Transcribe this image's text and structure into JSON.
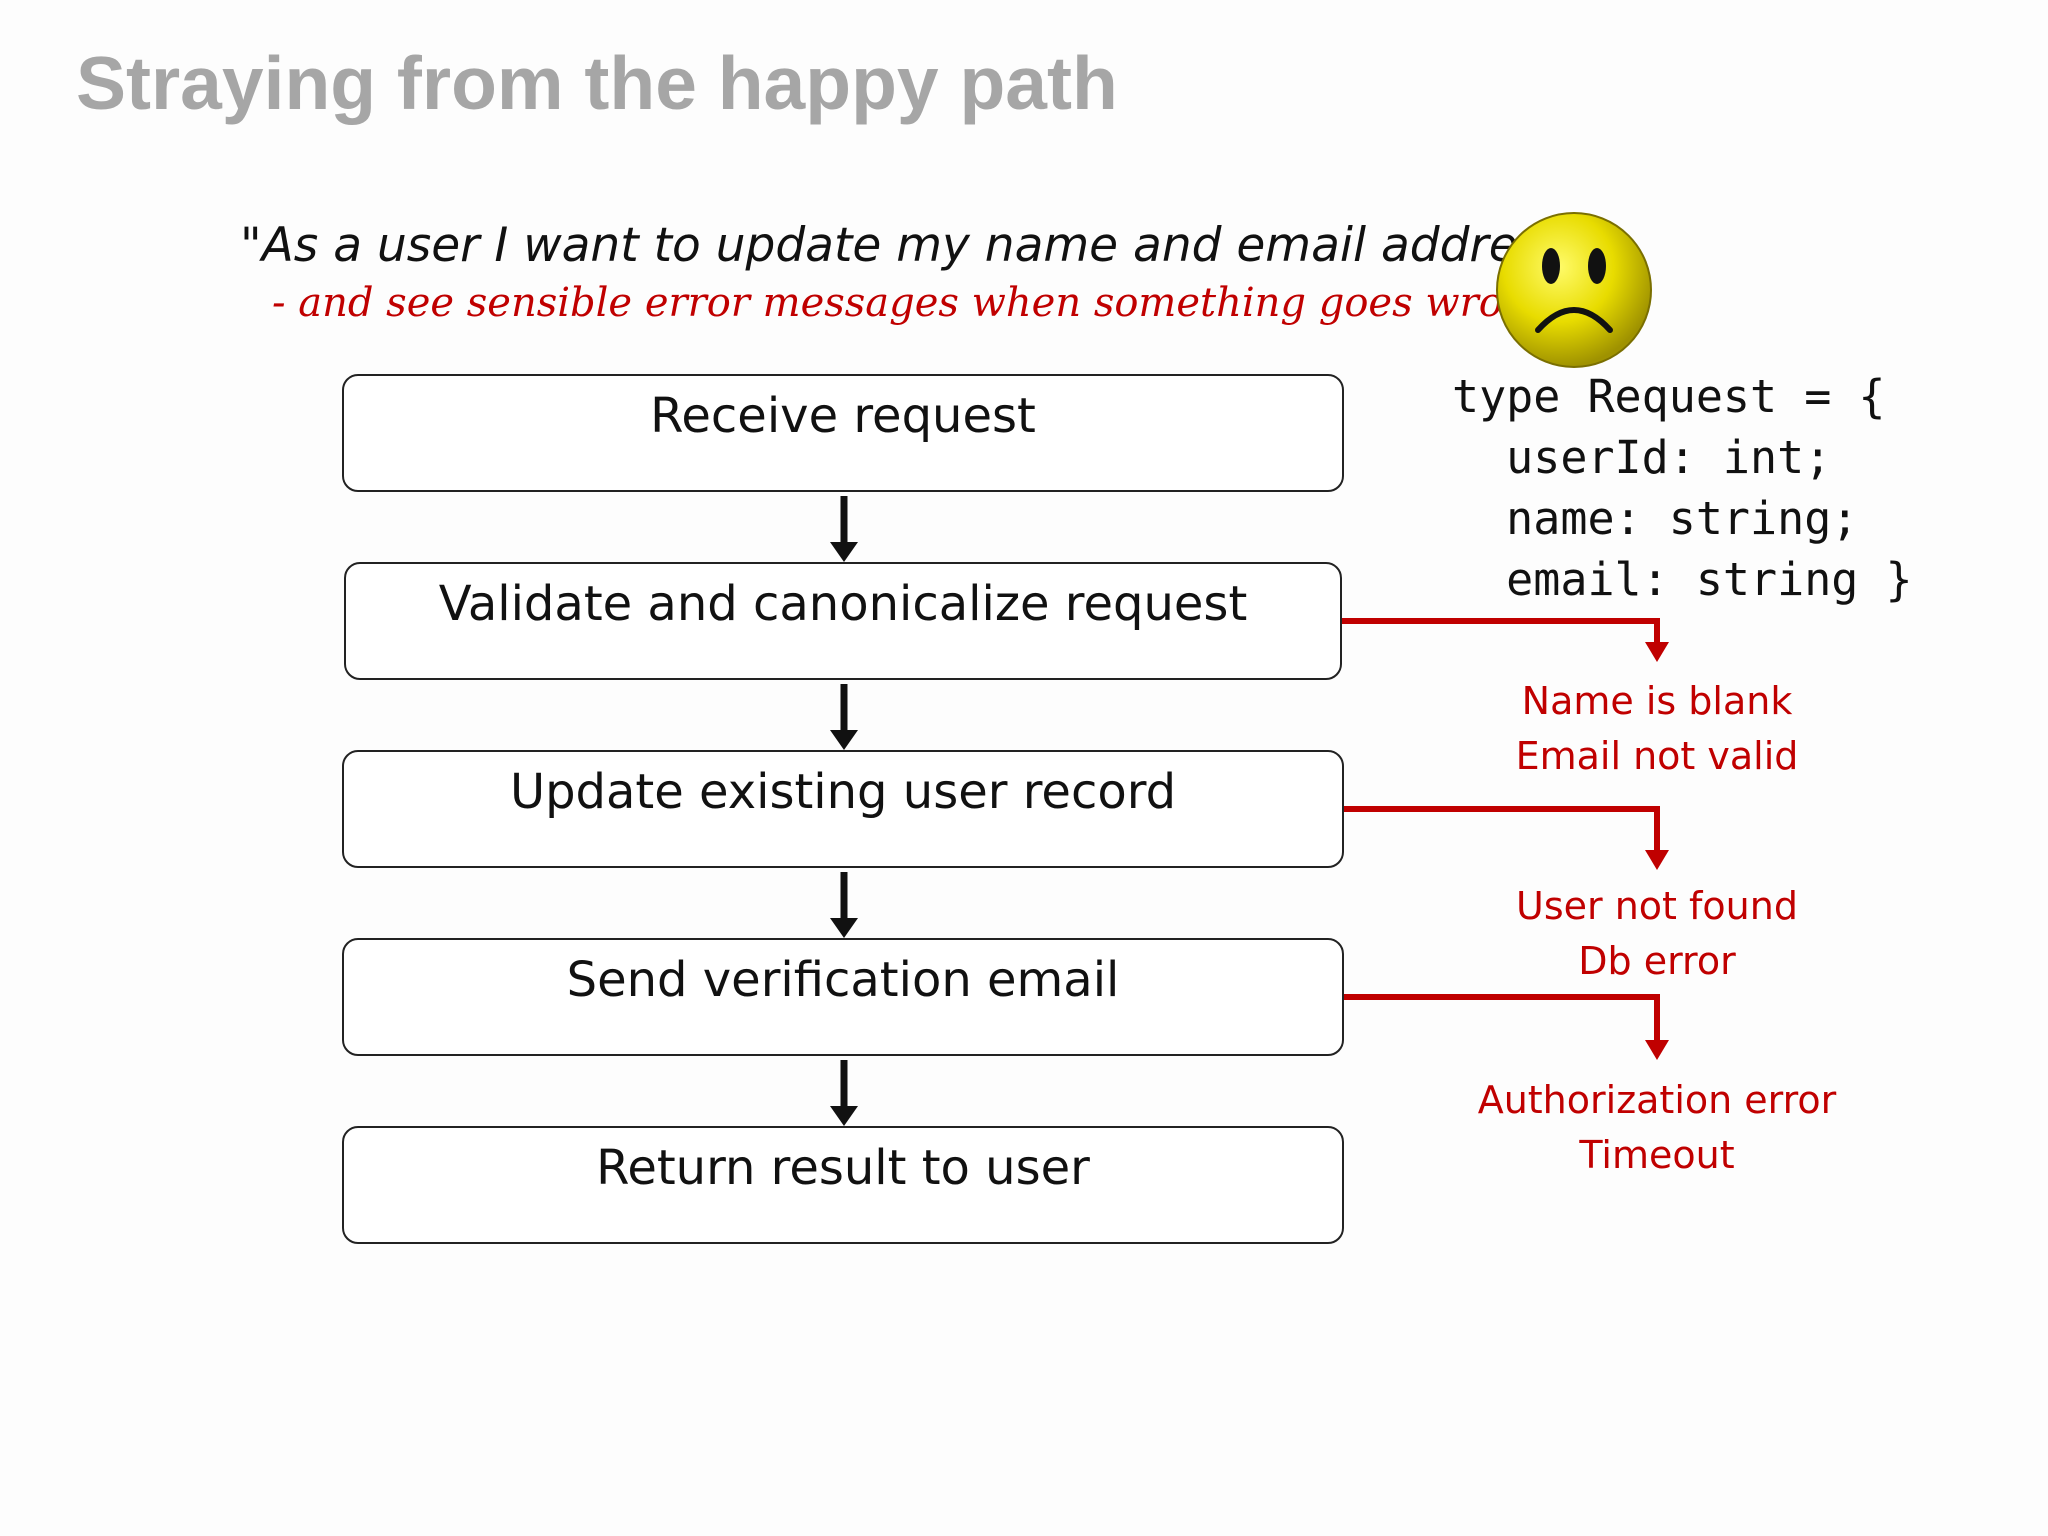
{
  "slide": {
    "title": "Straying from the happy path",
    "story": "\"As a user I want to update my name and email address\"",
    "story_addendum": "- and see sensible error messages when something goes wrong!"
  },
  "icon": "sad-face-icon",
  "flow_steps": [
    {
      "label": "Receive request"
    },
    {
      "label": "Validate and canonicalize request"
    },
    {
      "label": "Update existing user record"
    },
    {
      "label": "Send verification email"
    },
    {
      "label": "Return result to user"
    }
  ],
  "code": {
    "lines": [
      "type Request = {",
      "  userId: int;",
      "  name: string;",
      "  email: string }"
    ]
  },
  "errors": [
    {
      "lines": [
        "Name is blank",
        "Email not valid"
      ]
    },
    {
      "lines": [
        "User not found",
        "Db error"
      ]
    },
    {
      "lines": [
        "Authorization error",
        "Timeout"
      ]
    }
  ],
  "colors": {
    "title": "#a6a6a6",
    "error": "#c00000",
    "arrow": "#111111",
    "smiley": "#e8dc00"
  }
}
